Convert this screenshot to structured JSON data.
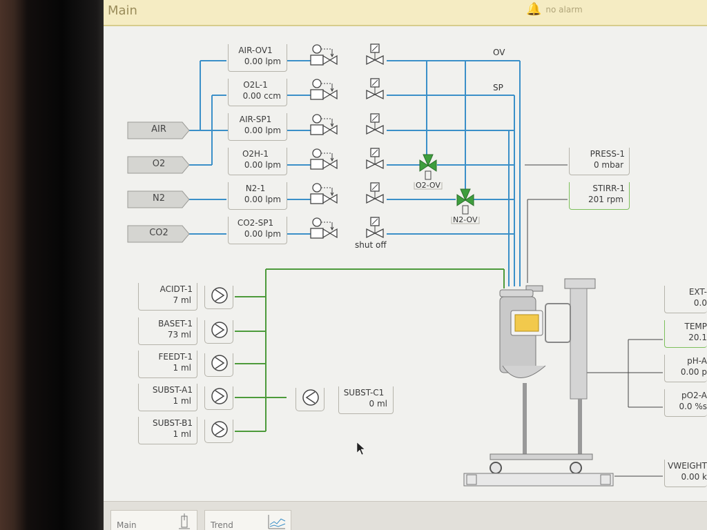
{
  "header": {
    "title": "Main",
    "alarm_text": "no alarm"
  },
  "gases": [
    {
      "label": "AIR"
    },
    {
      "label": "O2"
    },
    {
      "label": "N2"
    },
    {
      "label": "CO2"
    }
  ],
  "flow_controllers": [
    {
      "name": "AIR-OV1",
      "value": "0.00 lpm"
    },
    {
      "name": "O2L-1",
      "value": "0.00 ccm"
    },
    {
      "name": "AIR-SP1",
      "value": "0.00 lpm"
    },
    {
      "name": "O2H-1",
      "value": "0.00 lpm"
    },
    {
      "name": "N2-1",
      "value": "0.00 lpm"
    },
    {
      "name": "CO2-SP1",
      "value": "0.00 lpm"
    }
  ],
  "line_labels": {
    "ov": "OV",
    "sp": "SP",
    "shut_off": "shut off",
    "o2_ov": "O2-OV",
    "n2_ov": "N2-OV"
  },
  "pumps": [
    {
      "name": "ACIDT-1",
      "value": "7 ml"
    },
    {
      "name": "BASET-1",
      "value": "73 ml"
    },
    {
      "name": "FEEDT-1",
      "value": "1 ml"
    },
    {
      "name": "SUBST-A1",
      "value": "1 ml"
    },
    {
      "name": "SUBST-B1",
      "value": "1 ml"
    }
  ],
  "subst_c": {
    "name": "SUBST-C1",
    "value": "0 ml"
  },
  "press": {
    "name": "PRESS-1",
    "value": "0 mbar"
  },
  "stirr": {
    "name": "STIRR-1",
    "value": "201 rpm"
  },
  "right_readouts": [
    {
      "name": "EXT-",
      "value": "0.0"
    },
    {
      "name": "TEMP",
      "value": "20.1"
    },
    {
      "name": "pH-A",
      "value": "0.00 p"
    },
    {
      "name": "pO2-A",
      "value": "0.0 %s"
    },
    {
      "name": "VWEIGHT",
      "value": "0.00 k"
    }
  ],
  "nav": [
    {
      "label": "Main"
    },
    {
      "label": "Trend"
    }
  ],
  "colors": {
    "gas_line": "#3a8fc8",
    "liquid_line": "#4c9a3a",
    "topbar": "#f5ecc3",
    "valve_open": "#3e9e3e"
  }
}
